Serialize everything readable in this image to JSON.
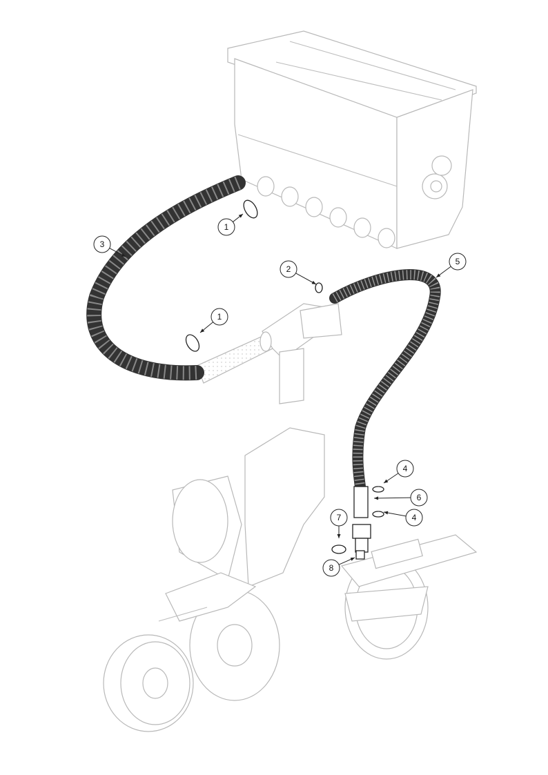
{
  "diagram": {
    "type": "exploded-parts-view",
    "callouts": [
      {
        "label": "1",
        "part": "hose-clamp-upper"
      },
      {
        "label": "3",
        "part": "corrugated-hose-left"
      },
      {
        "label": "2",
        "part": "hose-clamp-small"
      },
      {
        "label": "5",
        "part": "corrugated-hose-right"
      },
      {
        "label": "1",
        "part": "hose-clamp-lower"
      },
      {
        "label": "4",
        "part": "retaining-ring-upper"
      },
      {
        "label": "6",
        "part": "hose-adapter"
      },
      {
        "label": "4",
        "part": "retaining-ring-lower"
      },
      {
        "label": "7",
        "part": "hose-clamp-bottom"
      },
      {
        "label": "8",
        "part": "seed-tube-fitting"
      }
    ]
  }
}
